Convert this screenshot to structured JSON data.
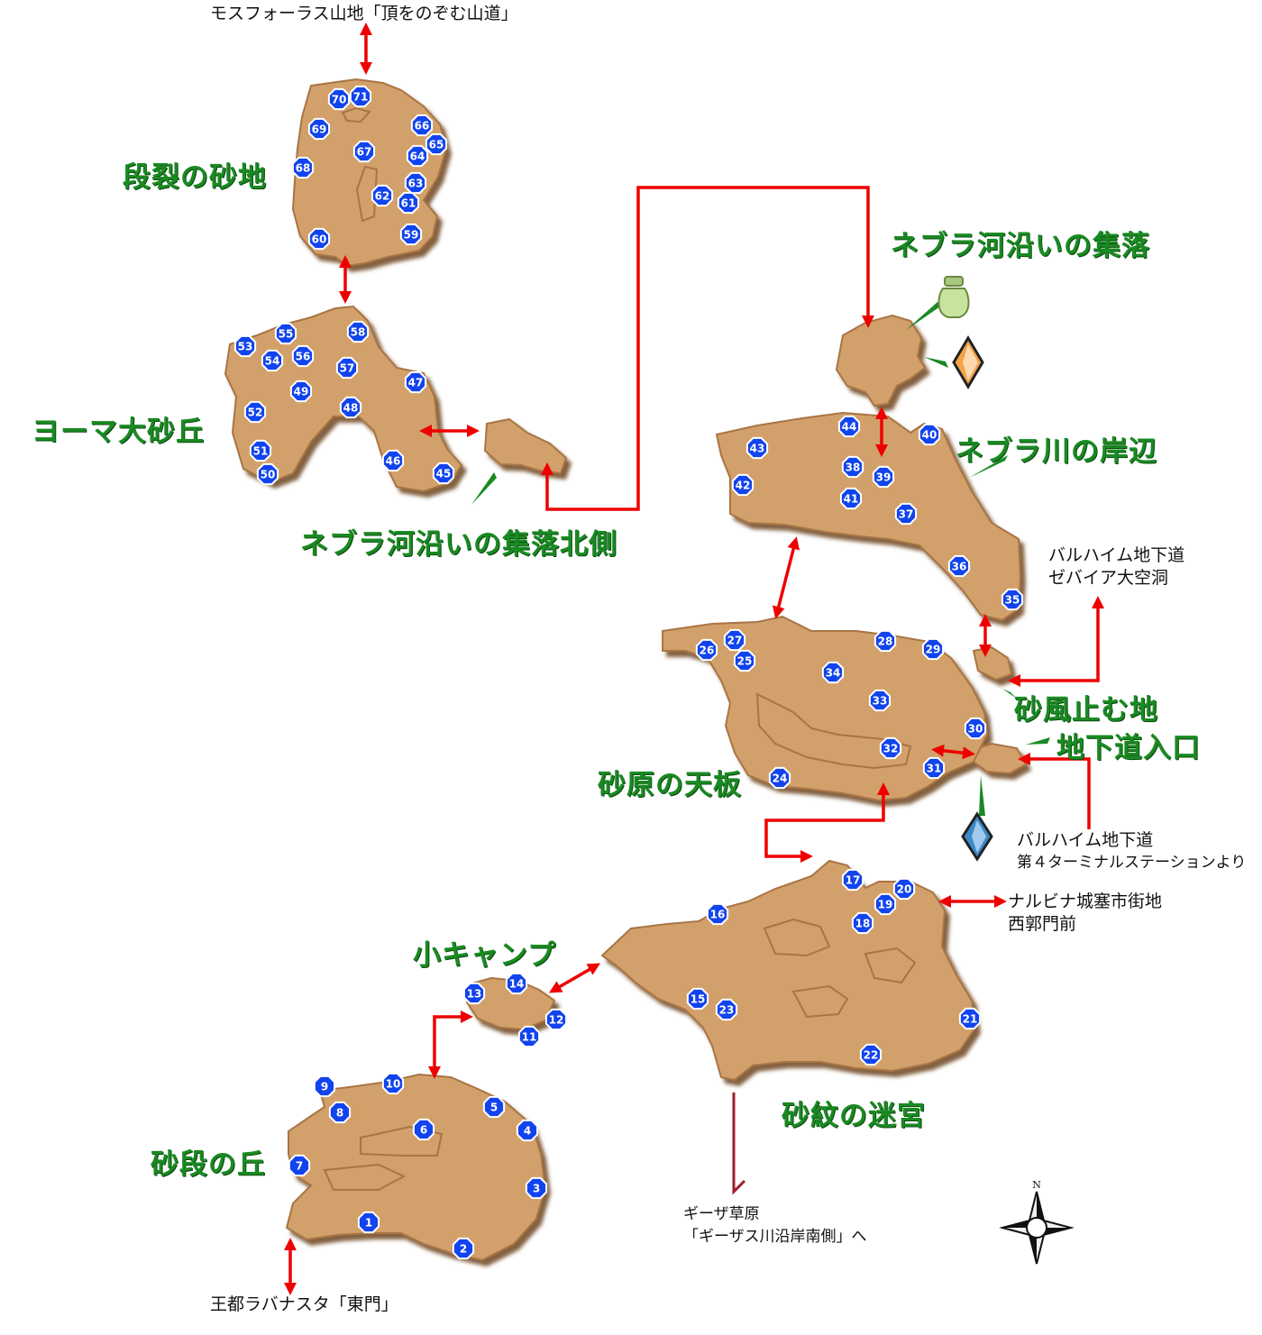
{
  "areas": {
    "danretsu": "段裂の砂地",
    "yoma": "ヨーマ大砂丘",
    "nebra_north": "ネブラ河沿いの集落北側",
    "nebra_village": "ネブラ河沿いの集落",
    "nebra_shore": "ネブラ川の岸辺",
    "sunafu": "砂風止む地",
    "chikado": "地下道入口",
    "sagen": "砂原の天板",
    "small_camp": "小キャンプ",
    "samon": "砂紋の迷宮",
    "sadan": "砂段の丘"
  },
  "exits": {
    "mosphoras": "モスフォーラス山地「頂をのぞむ山道」",
    "bar_zeb_1": "バルハイム地下道",
    "bar_zeb_2": "ゼバイア大空洞",
    "bar_4th_1": "バルハイム地下道",
    "bar_4th_2": "第４ターミナルステーションより",
    "nalbina_1": "ナルビナ城塞市街地",
    "nalbina_2": "西郭門前",
    "giza_1": "ギーザ草原",
    "giza_2": "「ギーザス川沿岸南側」へ",
    "rabanastre": "王都ラバナスタ「東門」"
  },
  "compass_label": "N",
  "colors": {
    "land": "#d2a06a",
    "land_edge": "#a87444",
    "marker": "#1144ee",
    "route": "#ee0000",
    "area_text": "#1a8a22"
  },
  "markers": [
    "1",
    "2",
    "3",
    "4",
    "5",
    "6",
    "7",
    "8",
    "9",
    "10",
    "11",
    "12",
    "13",
    "14",
    "15",
    "16",
    "17",
    "18",
    "19",
    "20",
    "21",
    "22",
    "23",
    "24",
    "25",
    "26",
    "27",
    "28",
    "29",
    "30",
    "31",
    "32",
    "33",
    "34",
    "35",
    "36",
    "37",
    "38",
    "39",
    "40",
    "41",
    "42",
    "43",
    "44",
    "45",
    "46",
    "47",
    "48",
    "49",
    "50",
    "51",
    "52",
    "53",
    "54",
    "55",
    "56",
    "57",
    "58",
    "59",
    "60",
    "61",
    "62",
    "63",
    "64",
    "65",
    "66",
    "67",
    "68",
    "69",
    "70",
    "71"
  ],
  "icons": {
    "pot": "pot-icon",
    "save_crystal": "orange-save-crystal-icon",
    "gate_crystal": "blue-gate-crystal-icon",
    "compass": "compass-rose-icon"
  }
}
